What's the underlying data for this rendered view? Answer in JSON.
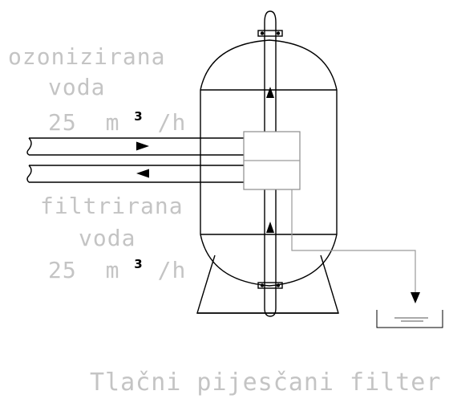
{
  "inlet_label": {
    "line1": "ozonizirana",
    "line2": "voda",
    "flow_value": "25",
    "unit_base": "m",
    "unit_exp": "3",
    "unit_rest": "/h"
  },
  "outlet_label": {
    "line1": "filtrirana",
    "line2": "voda",
    "flow_value": "25",
    "unit_base": "m",
    "unit_exp": "3",
    "unit_rest": "/h"
  },
  "caption": "Tlačni pijesčani filter"
}
